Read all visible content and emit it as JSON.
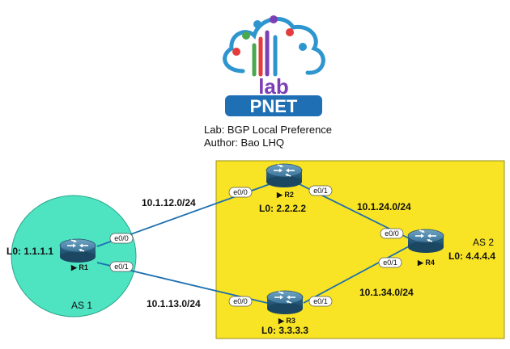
{
  "logo": {
    "word_lab": "lab",
    "word_pnet": "PNET"
  },
  "lab": {
    "title": "Lab: BGP Local Preference",
    "author": "Author: Bao LHQ"
  },
  "zones": {
    "as1_label": "AS 1",
    "as2_label": "AS 2"
  },
  "routers": {
    "r1": {
      "name": "R1",
      "loopback": "L0: 1.1.1.1",
      "ifaces": [
        "e0/0",
        "e0/1"
      ]
    },
    "r2": {
      "name": "R2",
      "loopback": "L0: 2.2.2.2",
      "ifaces": [
        "e0/0",
        "e0/1"
      ]
    },
    "r3": {
      "name": "R3",
      "loopback": "L0: 3.3.3.3",
      "ifaces": [
        "e0/0",
        "e0/1"
      ]
    },
    "r4": {
      "name": "R4",
      "loopback": "L0: 4.4.4.4",
      "ifaces": [
        "e0/0",
        "e0/1"
      ]
    }
  },
  "links": {
    "r1_r2": "10.1.12.0/24",
    "r1_r3": "10.1.13.0/24",
    "r2_r4": "10.1.24.0/24",
    "r3_r4": "10.1.34.0/24"
  },
  "colors": {
    "as1_fill": "#4ee3c1",
    "as2_fill": "#f8e324",
    "link": "#1a6fb0",
    "router_body": "#2a5f80",
    "pnet_blue": "#1f6fb5"
  }
}
